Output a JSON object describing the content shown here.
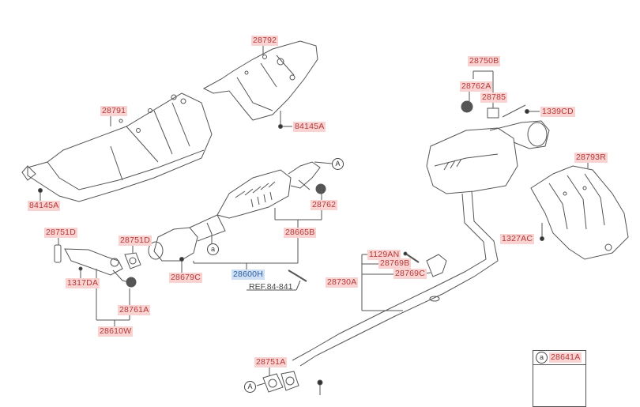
{
  "diagram": {
    "title": "Exhaust system parts diagram",
    "colors": {
      "label_text": "#b33a3a",
      "label_bg": "#f9d3d1",
      "highlight_text": "#2d5a9e",
      "highlight_bg": "#cfe0f5",
      "line": "#555555"
    },
    "labels": {
      "p28792": "28792",
      "p28791": "28791",
      "p84145A_top": "84145A",
      "p84145A_left": "84145A",
      "p28751D_left": "28751D",
      "p28751D_mid": "28751D",
      "p1317DA": "1317DA",
      "p28761A": "28761A",
      "p28610W": "28610W",
      "p28679C": "28679C",
      "p28600H": "28600H",
      "p28665B": "28665B",
      "p28762": "28762",
      "p28750B": "28750B",
      "p28762A": "28762A",
      "p28785": "28785",
      "p1339CD": "1339CD",
      "p28793R": "28793R",
      "p1327AC": "1327AC",
      "p1129AN": "1129AN",
      "p28769B": "28769B",
      "p28769C": "28769C",
      "p28730A": "28730A",
      "p28751A": "28751A",
      "p28641A": "28641A"
    },
    "reference": "REF.84-841",
    "callouts": {
      "A_upper": "A",
      "A_lower": "A",
      "a_pipe": "a",
      "a_inset": "a"
    }
  }
}
